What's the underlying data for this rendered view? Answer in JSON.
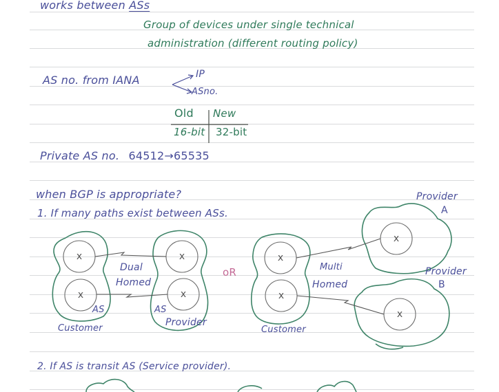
{
  "notes": {
    "line1": {
      "prefix": "works between ",
      "term": "ASs"
    },
    "as_definition": [
      "Group of devices under single technical",
      "administration (different routing policy)"
    ],
    "iana": {
      "label": "AS no. from IANA",
      "branches": [
        "IP",
        "ASno."
      ]
    },
    "as_number_table": {
      "headers": [
        "Old",
        "New"
      ],
      "values": [
        "16-bit",
        "32-bit"
      ]
    },
    "private_as": {
      "label": "Private AS no.",
      "range_start": "64512",
      "arrow": "→",
      "range_end": "65535"
    },
    "bgp_question": "when BGP is appropriate?",
    "point1": "1. If many paths exist between ASs.",
    "point2": "2. If AS is transit AS (Service provider)."
  },
  "diagram_dual_homed": {
    "link_label_line1": "Dual",
    "link_label_line2": "Homed",
    "left_as_label": "AS",
    "left_caption": "Customer",
    "right_as_label": "AS",
    "right_caption": "Provider",
    "node_symbol": "x"
  },
  "separator": "oR",
  "diagram_multi_homed": {
    "link_label_line1": "Multi",
    "link_label_line2": "Homed",
    "customer_caption": "Customer",
    "provider_a_line1": "Provider",
    "provider_a_line2": "A",
    "provider_b_line1": "Provider",
    "provider_b_line2": "B",
    "node_symbol": "x"
  },
  "colors": {
    "blue_ink": "#4a4f9a",
    "green_ink": "#2f7a5a",
    "pink_ink": "#c46a96",
    "rule_line": "#d9dadc"
  }
}
